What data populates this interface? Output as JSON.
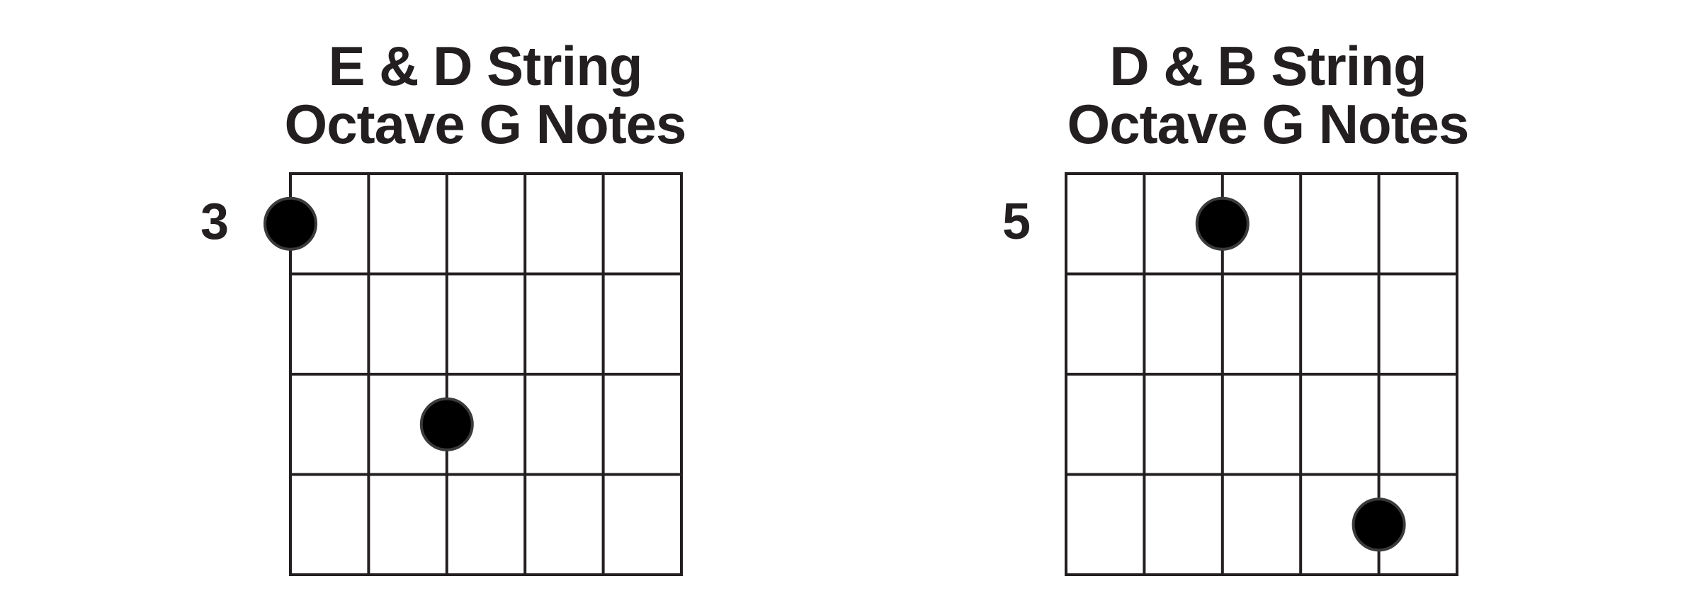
{
  "colors": {
    "ink": "#231f20",
    "dot": "#000000",
    "background": "#ffffff"
  },
  "diagrams": [
    {
      "title_line1": "E & D String",
      "title_line2": "Octave G Notes",
      "start_fret": "3",
      "strings": 6,
      "frets": 4,
      "dots": [
        {
          "string": 1,
          "fret": 1
        },
        {
          "string": 3,
          "fret": 3
        }
      ]
    },
    {
      "title_line1": "D & B String",
      "title_line2": "Octave G Notes",
      "start_fret": "5",
      "strings": 6,
      "frets": 4,
      "dots": [
        {
          "string": 3,
          "fret": 1
        },
        {
          "string": 5,
          "fret": 4
        }
      ]
    }
  ]
}
